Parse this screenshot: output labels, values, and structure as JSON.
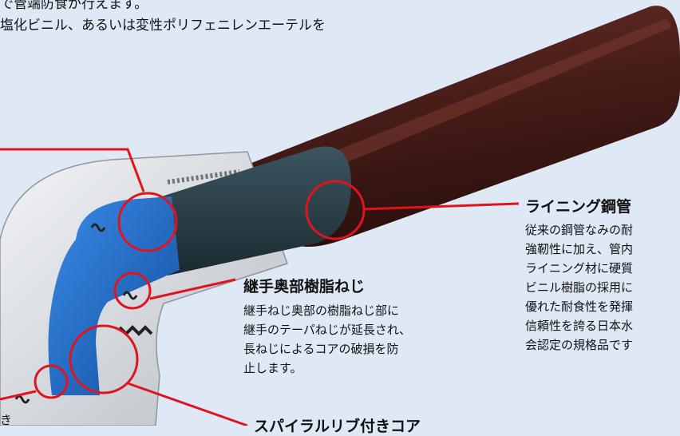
{
  "intro": {
    "line1": "で管端防食が行えます。",
    "line2": "塩化ビニル、あるいは変性ポリフェニレンエーテルを"
  },
  "labels": {
    "lining_pipe": {
      "title": "ライニング鋼管",
      "lines": [
        "従来の鋼管なみの耐",
        "強靭性に加え、管内",
        "ライニング材に硬質",
        "ビニル樹脂の採用に",
        "優れた耐食性を発揮",
        "信頼性を誇る日本水",
        "会認定の規格品です"
      ]
    },
    "resin_thread": {
      "title": "継手奥部樹脂ねじ",
      "lines": [
        "継手ねじ奥部の樹脂ねじ部に",
        "継手のテーパねじが延長され、",
        "長ねじによるコアの破損を防",
        "止します。"
      ]
    },
    "spiral_core": {
      "title": "スパイラルリブ付きコア"
    },
    "bottom_left": "き"
  },
  "colors": {
    "callout": "#e0141e",
    "pipe": "#4a1e1a",
    "lining": "#1f6fd0",
    "fitting": "#d9dde2"
  }
}
